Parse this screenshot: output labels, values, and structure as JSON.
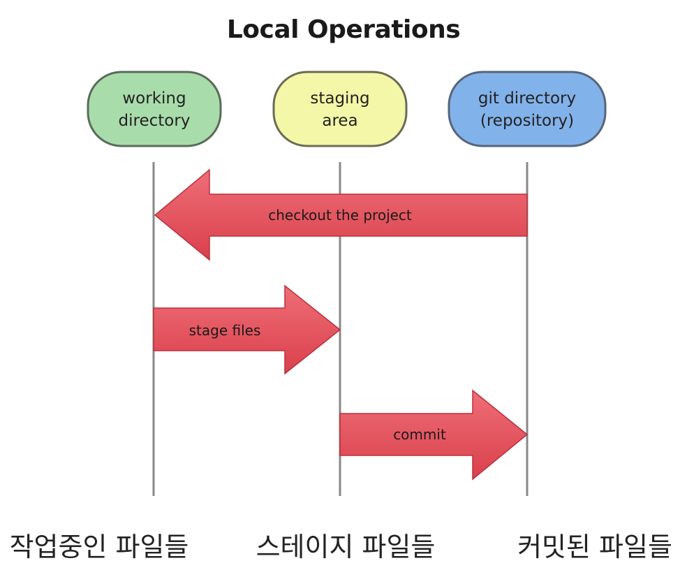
{
  "title": "Local Operations",
  "nodes": [
    {
      "id": "working",
      "line1": "working",
      "line2": "directory",
      "color": "#a9dcab",
      "stroke": "#5a6b5a"
    },
    {
      "id": "staging",
      "line1": "staging",
      "line2": "area",
      "color": "#f4f7a7",
      "stroke": "#6b6b55"
    },
    {
      "id": "git",
      "line1": "git directory",
      "line2": "(repository)",
      "color": "#82b2ea",
      "stroke": "#56657a"
    }
  ],
  "arrows": [
    {
      "label": "checkout the project",
      "from": "git",
      "to": "working"
    },
    {
      "label": "stage files",
      "from": "working",
      "to": "staging"
    },
    {
      "label": "commit",
      "from": "staging",
      "to": "git"
    }
  ],
  "arrow_color": "#e5545f",
  "bottom_labels": [
    "작업중인 파일들",
    "스테이지 파일들",
    "커밋된 파일들"
  ]
}
